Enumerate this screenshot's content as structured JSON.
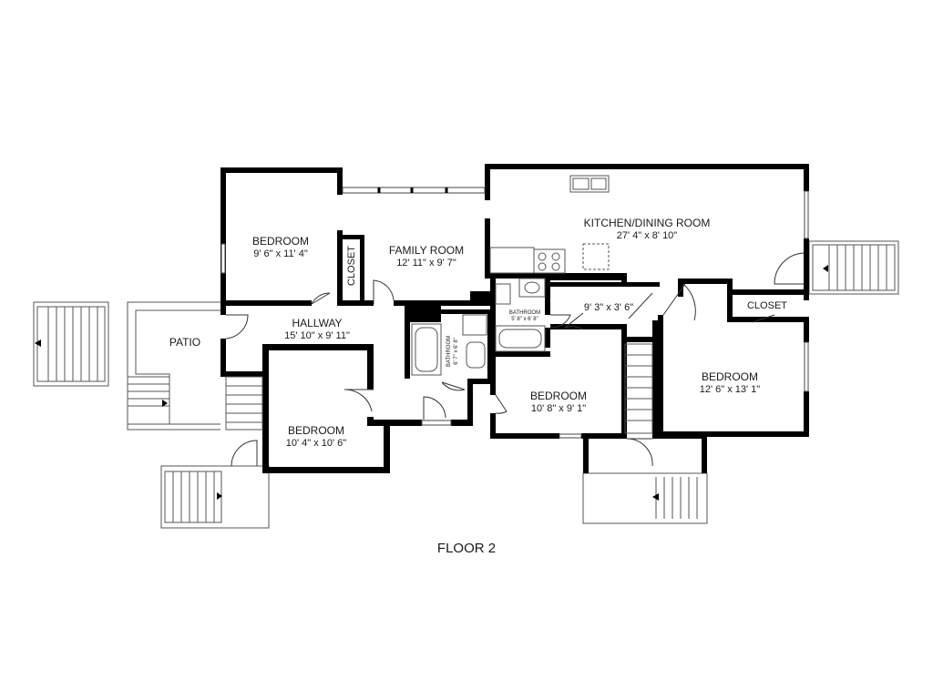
{
  "floor_label": "FLOOR 2",
  "rooms": {
    "bedroom_nw": {
      "name": "BEDROOM",
      "dims": "9' 6\" x 11' 4\""
    },
    "closet_nw": {
      "name": "CLOSET"
    },
    "family_room": {
      "name": "FAMILY ROOM",
      "dims": "12' 11\" x 9' 7\""
    },
    "kitchen": {
      "name": "KITCHEN/DINING ROOM",
      "dims": "27' 4\" x 8' 10\""
    },
    "patio": {
      "name": "PATIO"
    },
    "hallway": {
      "name": "HALLWAY",
      "dims": "15' 10\" x 9' 11\""
    },
    "bedroom_sw": {
      "name": "BEDROOM",
      "dims": "10' 4\" x 10' 6\""
    },
    "bathroom_small": {
      "name": "BATHROOM",
      "dims": "6' 7\" x 6' 8\""
    },
    "bathroom_main": {
      "name": "BATHROOM",
      "dims": "5' 8\" x 6' 8\""
    },
    "hall_small": {
      "dims": "9' 3\" x 3' 6\""
    },
    "bedroom_center": {
      "name": "BEDROOM",
      "dims": "10' 8\" x 9' 1\""
    },
    "closet_ne": {
      "name": "CLOSET"
    },
    "bedroom_ne": {
      "name": "BEDROOM",
      "dims": "12' 6\" x 13' 1\""
    }
  }
}
